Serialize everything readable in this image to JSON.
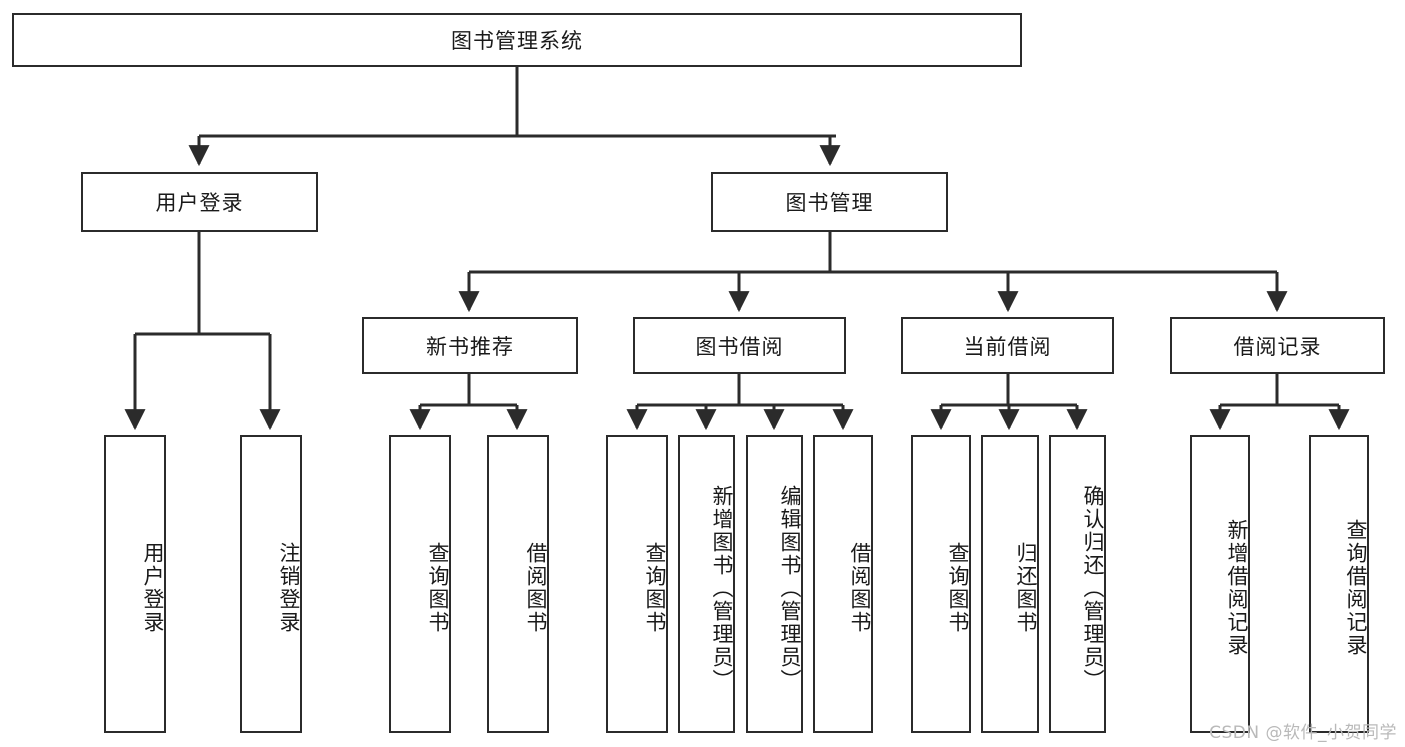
{
  "diagram": {
    "type": "tree-hierarchy",
    "title": "图书管理系统",
    "orientation": "top-down",
    "background_color": "#ffffff",
    "line_color": "#2b2b2b",
    "text_color": "#1a1a1a"
  },
  "root": {
    "label": "图书管理系统"
  },
  "level2": [
    {
      "label": "用户登录"
    },
    {
      "label": "图书管理"
    }
  ],
  "level3": [
    {
      "label": "新书推荐"
    },
    {
      "label": "图书借阅"
    },
    {
      "label": "当前借阅"
    },
    {
      "label": "借阅记录"
    }
  ],
  "leaves": {
    "user_login": [
      {
        "label": "用户登录"
      },
      {
        "label": "注销登录"
      }
    ],
    "new_book_recommend": [
      {
        "label": "查询图书"
      },
      {
        "label": "借阅图书"
      }
    ],
    "book_borrow": [
      {
        "label": "查询图书"
      },
      {
        "label": "新增图书（管理员）"
      },
      {
        "label": "编辑图书（管理员）"
      },
      {
        "label": "借阅图书"
      }
    ],
    "current_borrow": [
      {
        "label": "查询图书"
      },
      {
        "label": "归还图书"
      },
      {
        "label": "确认归还（管理员）"
      }
    ],
    "borrow_record": [
      {
        "label": "新增借阅记录"
      },
      {
        "label": "查询借阅记录"
      }
    ]
  },
  "watermark": {
    "text": "CSDN @软件_小贺同学"
  }
}
